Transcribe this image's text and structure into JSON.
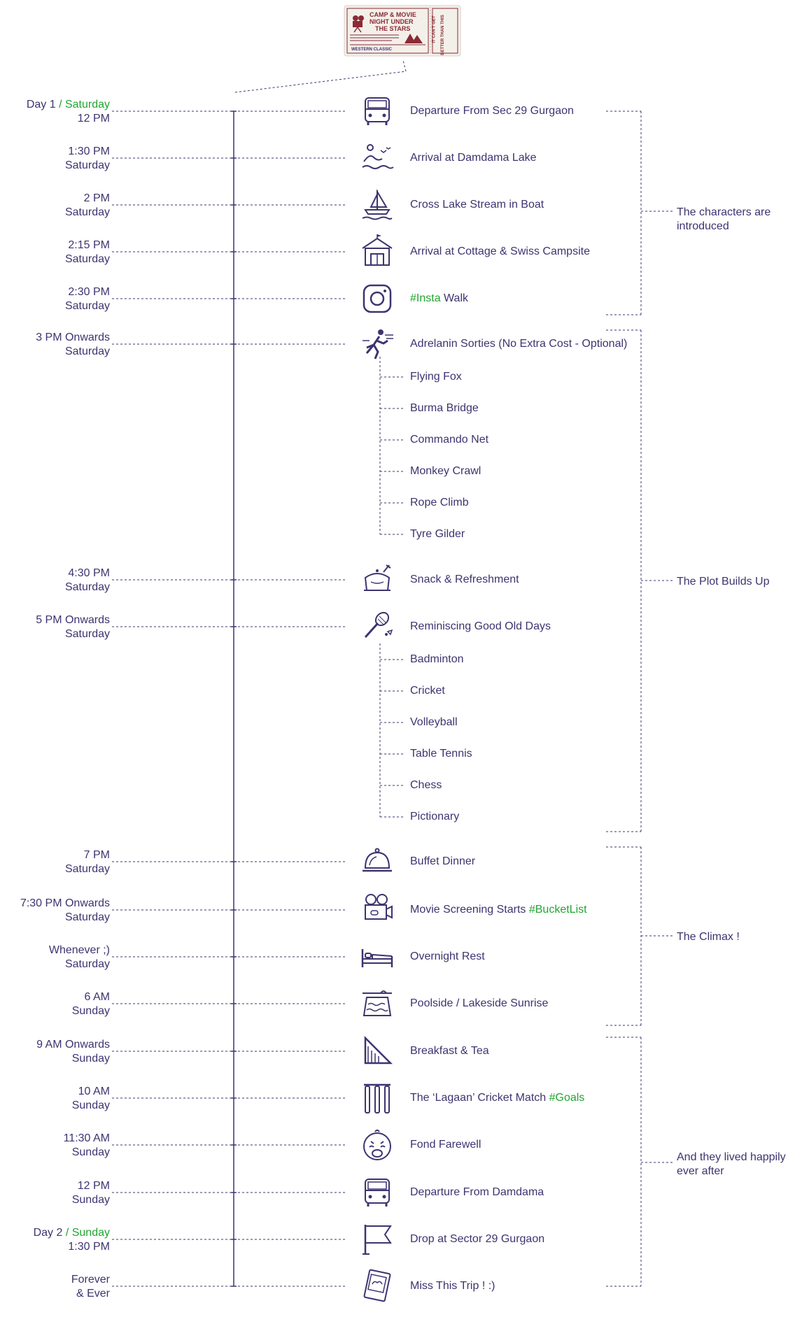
{
  "ticket": {
    "title_line1": "CAMP & MOVIE",
    "title_line2": "NIGHT UNDER",
    "title_line3": "THE STARS",
    "subtitle": "WESTERN CLASSIC",
    "stub_line1": "IT CAN'T GET",
    "stub_line2": "BETTER THAN THIS"
  },
  "colors": {
    "primary": "#3d3470",
    "accent": "#21a531",
    "ticket": "#8b2a35"
  },
  "events": [
    {
      "time1": "Day 1",
      "time1_accent": " / Saturday",
      "time2": "12 PM",
      "activity": "Departure From Sec 29 Gurgaon",
      "icon": "bus-icon"
    },
    {
      "time1": "1:30 PM",
      "time2": "Saturday",
      "activity": "Arrival at Damdama Lake",
      "icon": "lake-icon"
    },
    {
      "time1": "2 PM",
      "time2": "Saturday",
      "activity": "Cross Lake Stream in Boat",
      "icon": "boat-icon"
    },
    {
      "time1": "2:15 PM",
      "time2": "Saturday",
      "activity": "Arrival at Cottage & Swiss Campsite",
      "icon": "campsite-icon"
    },
    {
      "time1": "2:30 PM",
      "time2": "Saturday",
      "activity_accent": "#Insta",
      "activity": " Walk",
      "icon": "instagram-icon"
    },
    {
      "time1": "3 PM Onwards",
      "time2": "Saturday",
      "activity": "Adrelanin Sorties (No Extra Cost - Optional)",
      "icon": "runner-icon"
    },
    {
      "time1": "4:30 PM",
      "time2": "Saturday",
      "activity": "Snack & Refreshment",
      "icon": "teapot-icon"
    },
    {
      "time1": "5 PM Onwards",
      "time2": "Saturday",
      "activity": "Reminiscing Good Old Days",
      "icon": "badminton-icon"
    },
    {
      "time1": "7 PM",
      "time2": "Saturday",
      "activity": "Buffet Dinner",
      "icon": "cloche-icon"
    },
    {
      "time1": "7:30 PM Onwards",
      "time2": "Saturday",
      "activity": "Movie Screening Starts ",
      "activity_accent_after": "#BucketList",
      "icon": "movie-camera-icon"
    },
    {
      "time1": "Whenever ;)",
      "time2": "Saturday",
      "activity": "Overnight Rest",
      "icon": "bed-icon"
    },
    {
      "time1": "6 AM",
      "time2": "Sunday",
      "activity": "Poolside / Lakeside Sunrise",
      "icon": "pool-icon"
    },
    {
      "time1": "9 AM Onwards",
      "time2": "Sunday",
      "activity": "Breakfast & Tea",
      "icon": "sandwich-icon"
    },
    {
      "time1": "10 AM",
      "time2": "Sunday",
      "activity": "The ‘Lagaan’ Cricket Match ",
      "activity_accent_after": "#Goals",
      "icon": "cricket-stumps-icon"
    },
    {
      "time1": "11:30 AM",
      "time2": "Sunday",
      "activity": "Fond Farewell",
      "icon": "crying-face-icon"
    },
    {
      "time1": "12 PM",
      "time2": "Sunday",
      "activity": "Departure From Damdama",
      "icon": "bus-icon"
    },
    {
      "time1": "Day 2",
      "time1_accent": " / Sunday",
      "time2": "1:30 PM",
      "activity": "Drop at Sector 29 Gurgaon",
      "icon": "flag-icon"
    },
    {
      "time1": "Forever",
      "time2": "& Ever",
      "activity": "Miss This Trip ! :)",
      "icon": "photo-icon"
    }
  ],
  "sorties": [
    "Flying Fox",
    "Burma Bridge",
    "Commando Net",
    "Monkey Crawl",
    "Rope Climb",
    "Tyre Gilder"
  ],
  "games": [
    "Badminton",
    "Cricket",
    "Volleyball",
    "Table Tennis",
    "Chess",
    "Pictionary"
  ],
  "phases": [
    "The characters are introduced",
    "The Plot Builds Up",
    "The Climax !",
    "And they lived happily ever after"
  ]
}
